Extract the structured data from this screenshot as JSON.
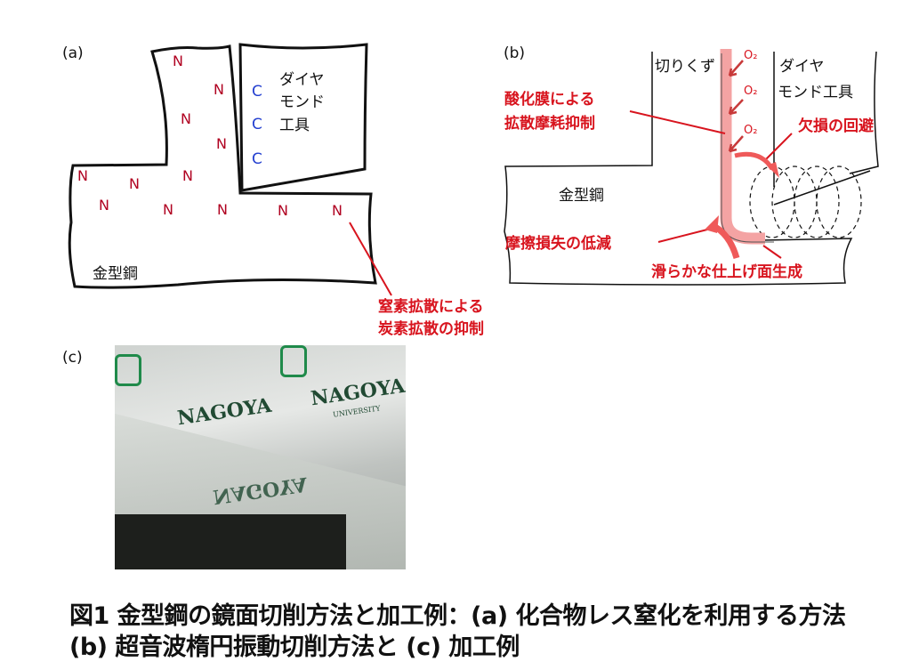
{
  "panel_a": {
    "label": "(a)",
    "nitrogen": "N",
    "carbon": "C",
    "tool_lines": [
      "ダイヤ",
      "モンド",
      "工具"
    ],
    "workpiece": "金型鋼",
    "annotation_lines": [
      "窒素拡散による",
      "炭素拡散の抑制"
    ]
  },
  "panel_b": {
    "label": "(b)",
    "chip": "切りくず",
    "tool_lines": [
      "ダイヤ",
      "モンド工具"
    ],
    "oxygen": "O₂",
    "workpiece": "金型鋼",
    "oxide_lines": [
      "酸化膜による",
      "拡散摩耗抑制"
    ],
    "chipping": "欠損の回避",
    "friction": "摩擦損失の低減",
    "surface": "滑らかな仕上げ面生成"
  },
  "panel_c": {
    "label": "(c)",
    "photo_text": [
      "NAGOYA",
      "UNIVERSITY"
    ]
  },
  "caption": {
    "line1": "図1 金型鋼の鏡面切削方法と加工例：(a) 化合物レス窒化を利用する方法",
    "line2": "(b) 超音波楕円振動切削方法と (c) 加工例"
  },
  "colors": {
    "red": "#d8141e",
    "nitrogen": "#b00020",
    "carbon": "#2440d0",
    "band": "#f4a3a3"
  }
}
